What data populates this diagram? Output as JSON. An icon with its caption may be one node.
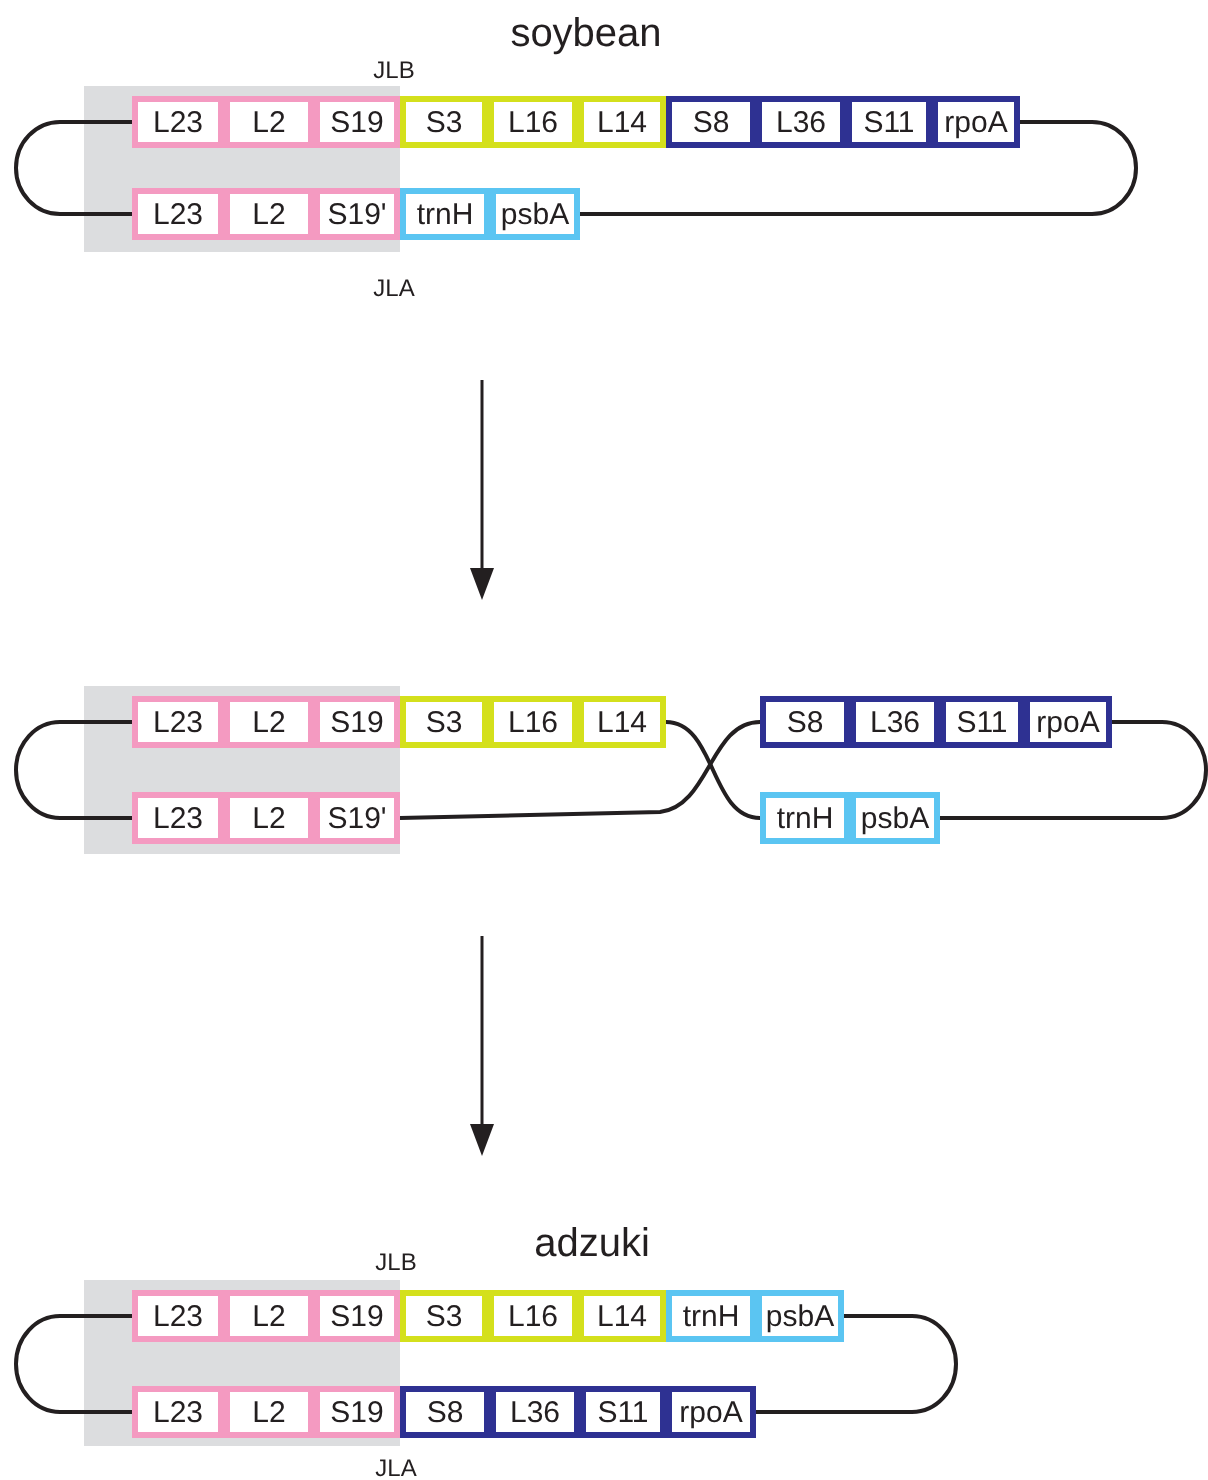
{
  "diagram": {
    "nodes": [
      {
        "text": [
          "L23"
        ]
      },
      {
        "text": [
          "L2"
        ]
      },
      {
        "text": [
          "S19"
        ]
      },
      {
        "text": [
          "S3"
        ]
      },
      {
        "text": [
          "L16"
        ]
      },
      {
        "text": [
          "L14"
        ]
      },
      {
        "text": [
          "S8"
        ]
      },
      {
        "text": [
          "L36"
        ]
      },
      {
        "text": [
          "S11"
        ]
      },
      {
        "text": [
          "rpoA"
        ]
      },
      {
        "text": [
          "L23"
        ]
      },
      {
        "text": [
          "L2"
        ]
      },
      {
        "text": [
          "S19'"
        ]
      },
      {
        "text": [
          "trnH"
        ]
      },
      {
        "text": [
          "psbA"
        ]
      },
      {
        "text": [
          "L23"
        ]
      },
      {
        "text": [
          "L2"
        ]
      },
      {
        "text": [
          "S19"
        ]
      },
      {
        "text": [
          "S3"
        ]
      },
      {
        "text": [
          "L16"
        ]
      },
      {
        "text": [
          "L14"
        ]
      },
      {
        "text": [
          "S8"
        ]
      },
      {
        "text": [
          "L36"
        ]
      },
      {
        "text": [
          "S11"
        ]
      },
      {
        "text": [
          "rpoA"
        ]
      },
      {
        "text": [
          "L23"
        ]
      },
      {
        "text": [
          "L2"
        ]
      },
      {
        "text": [
          "S19'"
        ]
      },
      {
        "text": [
          "trnH"
        ]
      },
      {
        "text": [
          "psbA"
        ]
      },
      {
        "text": [
          "L23"
        ]
      },
      {
        "text": [
          "L2"
        ]
      },
      {
        "text": [
          "S19"
        ]
      },
      {
        "text": [
          "S3"
        ]
      },
      {
        "text": [
          "L16"
        ]
      },
      {
        "text": [
          "L14"
        ]
      },
      {
        "text": [
          "trnH"
        ]
      },
      {
        "text": [
          "psbA"
        ]
      },
      {
        "text": [
          "L23"
        ]
      },
      {
        "text": [
          "L2"
        ]
      },
      {
        "text": [
          "S19"
        ]
      },
      {
        "text": [
          "S8"
        ]
      },
      {
        "text": [
          "L36"
        ]
      },
      {
        "text": [
          "S11"
        ]
      },
      {
        "text": [
          "rpoA"
        ]
      }
    ],
    "edges": [
      {
        "from": 0,
        "to": 10,
        "arrow": "none"
      },
      {
        "from": 9,
        "to": 14,
        "arrow": "none"
      },
      {
        "from": 15,
        "to": 25,
        "arrow": "none"
      },
      {
        "from": 20,
        "to": 28,
        "arrow": "none"
      },
      {
        "from": 27,
        "to": 21,
        "arrow": "none"
      },
      {
        "from": 24,
        "to": 29,
        "arrow": "none"
      },
      {
        "from": 30,
        "to": 38,
        "arrow": "none"
      },
      {
        "from": 37,
        "to": 44,
        "arrow": "none"
      }
    ],
    "labels": [
      "soybean",
      "JLB",
      "JLA",
      "adzuki",
      "JLB",
      "JLA"
    ]
  }
}
